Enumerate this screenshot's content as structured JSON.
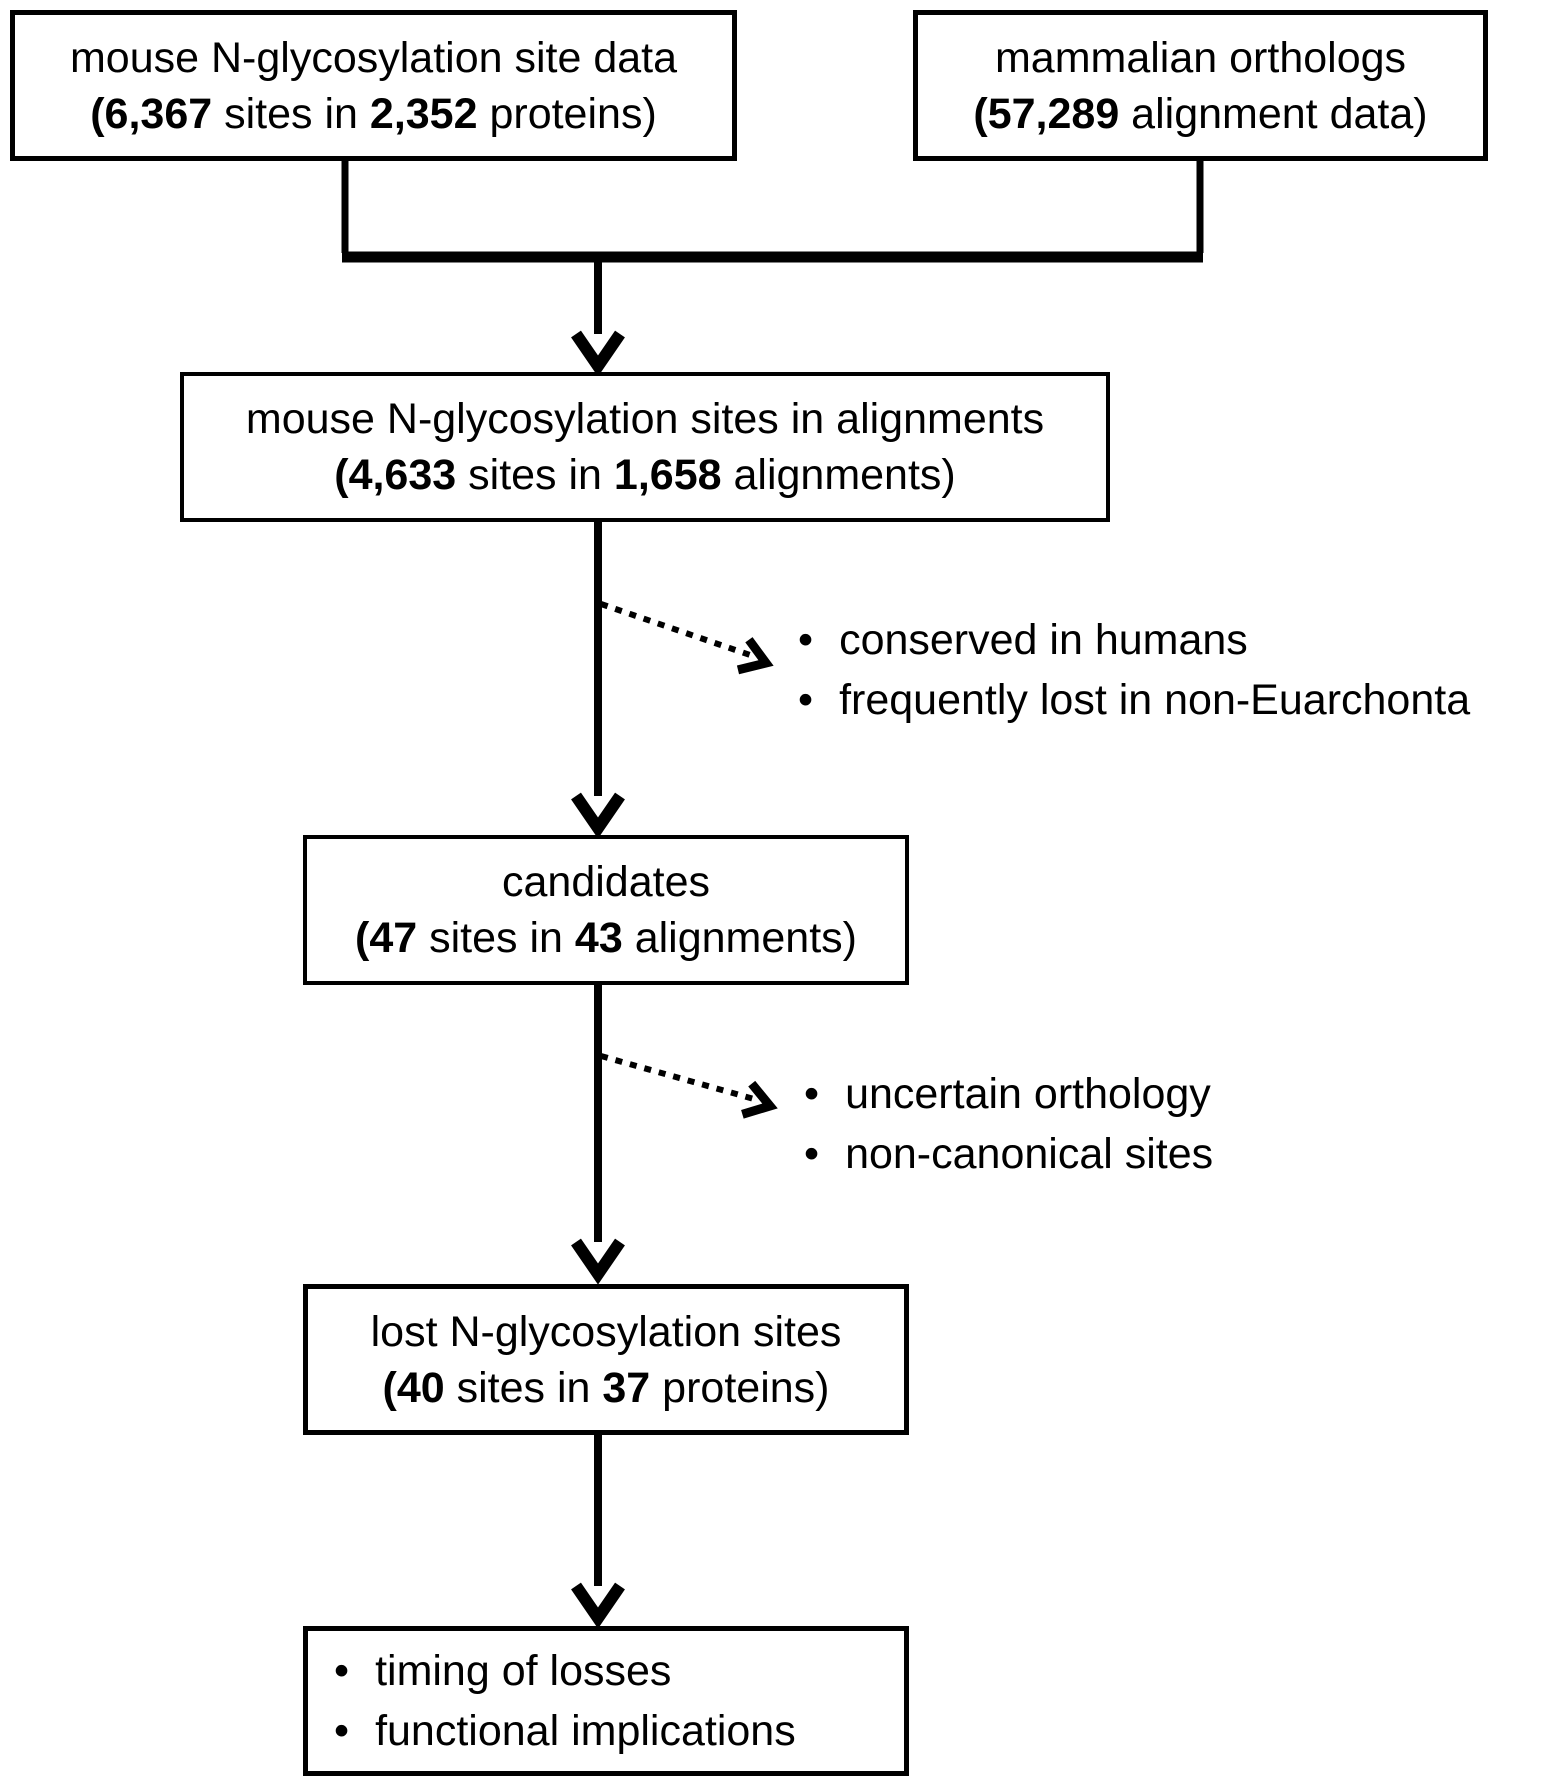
{
  "figure": {
    "background": "#ffffff",
    "ink": "#000000"
  },
  "bullet_glyph": "•",
  "boxes": {
    "mouse_data": {
      "title": "mouse N-glycosylation site data",
      "stat": {
        "open_num": "(6,367",
        "mid": " sites in ",
        "num2": "2,352",
        "close": " proteins)"
      }
    },
    "orthologs": {
      "title": "mammalian orthologs",
      "stat": {
        "open_num": "(57,289",
        "close": " alignment data)"
      }
    },
    "alignments": {
      "title": "mouse N-glycosylation sites in alignments",
      "stat": {
        "open_num": "(4,633",
        "mid": " sites in ",
        "num2": "1,658",
        "close": " alignments)"
      }
    },
    "candidates": {
      "title": "candidates",
      "stat": {
        "open_num": "(47",
        "mid": " sites in ",
        "num2": "43",
        "close": " alignments)"
      }
    },
    "lost_sites": {
      "title": "lost N-glycosylation sites",
      "stat": {
        "open_num": "(40",
        "mid": " sites in ",
        "num2": "37",
        "close": " proteins)"
      }
    },
    "outcomes": {
      "items": [
        "timing of losses",
        "functional implications"
      ]
    }
  },
  "side_notes": {
    "filter_after_alignments": {
      "items": [
        "conserved in humans",
        "frequently lost in non-Euarchonta"
      ]
    },
    "filter_after_candidates": {
      "items": [
        "uncertain orthology",
        "non-canonical sites"
      ]
    }
  }
}
